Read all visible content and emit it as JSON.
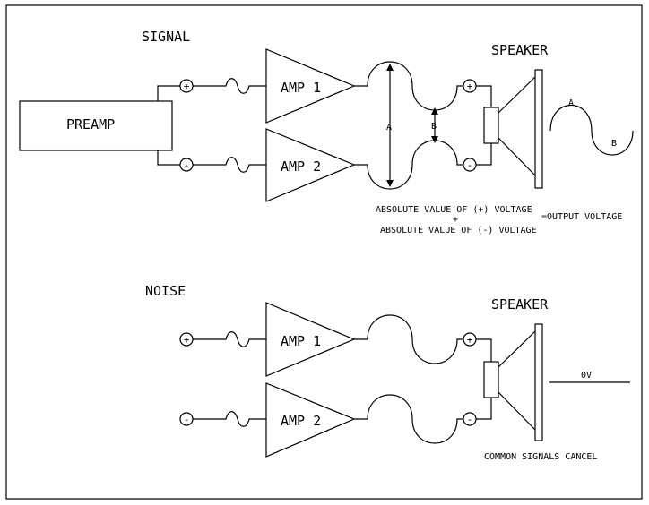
{
  "signal": {
    "title": "SIGNAL",
    "preamp": "PREAMP",
    "amp1": "AMP 1",
    "amp2": "AMP 2",
    "speaker": "SPEAKER",
    "plus": "+",
    "minus": "-",
    "label_a": "A",
    "label_b": "B",
    "wave_a": "A",
    "wave_b": "B",
    "formula_line1": "ABSOLUTE VALUE OF (+) VOLTAGE",
    "formula_plus": "+",
    "formula_line2": "ABSOLUTE VALUE OF (-) VOLTAGE",
    "formula_result": "=OUTPUT VOLTAGE"
  },
  "noise": {
    "title": "NOISE",
    "amp1": "AMP 1",
    "amp2": "AMP 2",
    "speaker": "SPEAKER",
    "plus": "+",
    "minus": "-",
    "zero_volt": "0V",
    "caption": "COMMON SIGNALS CANCEL"
  }
}
